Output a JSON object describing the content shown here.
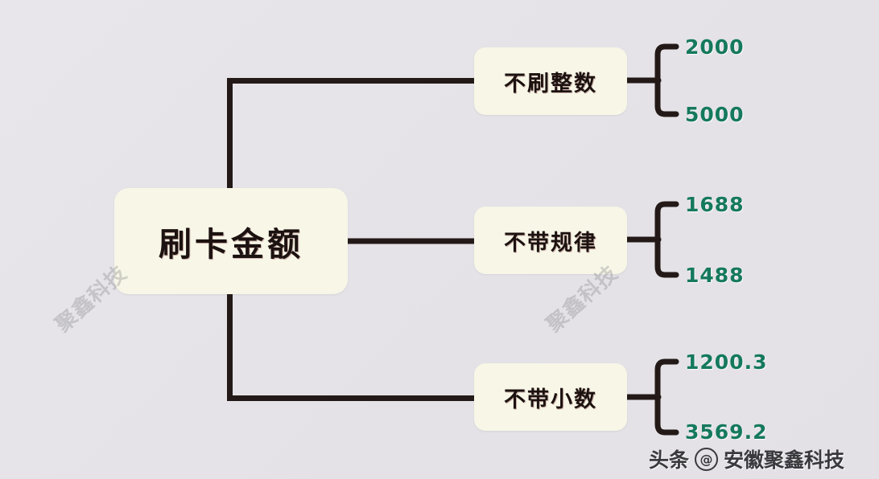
{
  "diagram": {
    "type": "mind-map",
    "background_color": "#e6e4e8",
    "node_fill_color": "#f7f6e7",
    "connector_color": "#231a18",
    "value_text_color": "#15795d",
    "root": {
      "label": "刷卡金额"
    },
    "branches": [
      {
        "label": "不刷整数",
        "values": [
          "2000",
          "5000"
        ]
      },
      {
        "label": "不带规律",
        "values": [
          "1688",
          "1488"
        ]
      },
      {
        "label": "不带小数",
        "values": [
          "1200.3",
          "3569.2"
        ]
      }
    ]
  },
  "watermarks": {
    "faint_left": "聚鑫科技",
    "faint_right": "聚鑫科技",
    "footer": {
      "platform": "头条",
      "at_symbol": "@",
      "account": "安徽聚鑫科技"
    }
  }
}
